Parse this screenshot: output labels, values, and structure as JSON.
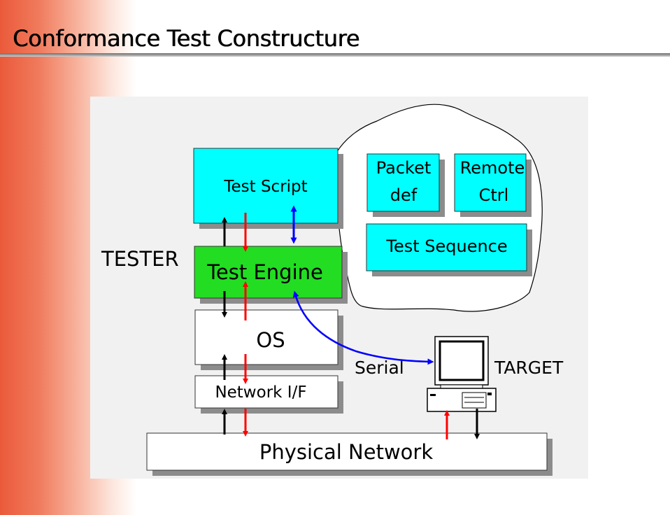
{
  "slide": {
    "title": "Conformance Test Constructure"
  },
  "diagram": {
    "tester_label": "TESTER",
    "target_label": "TARGET",
    "serial_label": "Serial",
    "blocks": {
      "test_script": "Test Script",
      "test_engine": "Test Engine",
      "os": "OS",
      "network_if": "Network I/F",
      "physical_network": "Physical Network",
      "packet_def_line1": "Packet",
      "packet_def_line2": "def",
      "remote_ctrl_line1": "Remote",
      "remote_ctrl_line2": "Ctrl",
      "test_sequence": "Test Sequence"
    },
    "colors": {
      "cyan_block": "#00ffff",
      "green_block": "#22dd22",
      "white_block": "#ffffff",
      "shadow": "#8c8c8c",
      "panel": "#f1f1f1",
      "arrow_black": "#000000",
      "arrow_red": "#ff0000",
      "arrow_blue": "#0000ff"
    },
    "icons": [
      "computer-icon"
    ]
  }
}
